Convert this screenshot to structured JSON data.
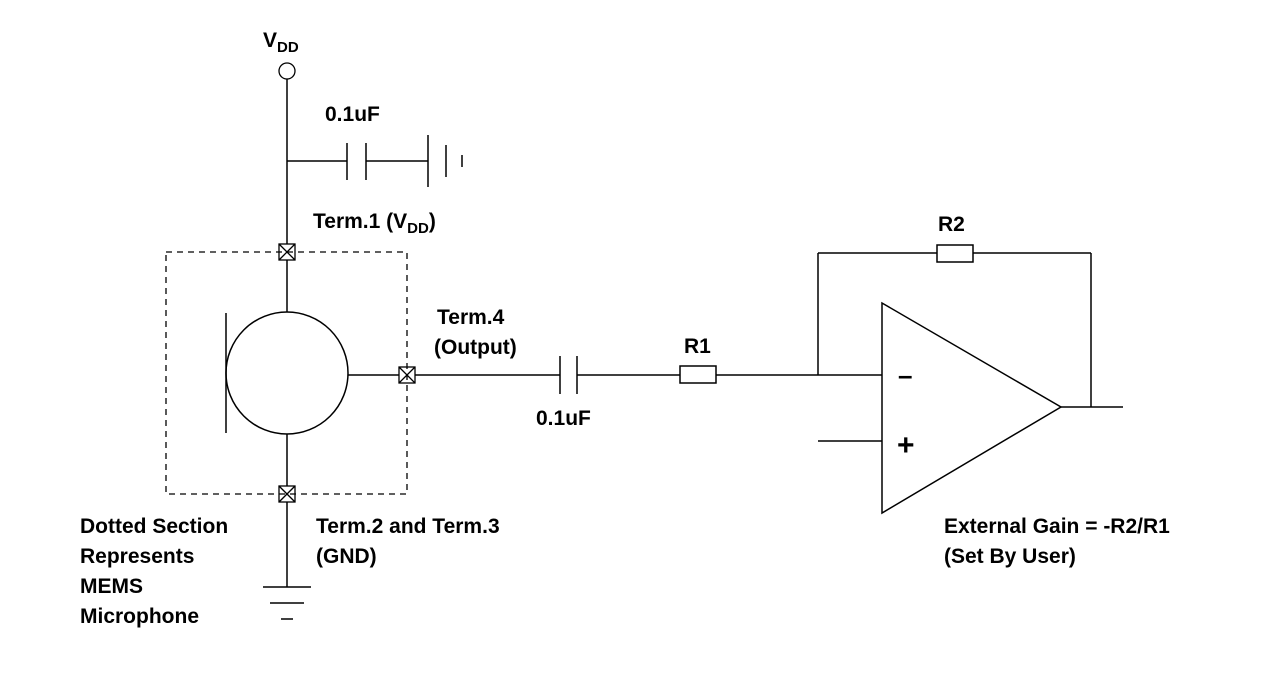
{
  "labels": {
    "vdd_main": "V",
    "vdd_sub": "DD",
    "cap_supply": "0.1uF",
    "term1_prefix": "Term.1 (V",
    "term1_sub": "DD",
    "term1_suffix": ")",
    "term4_line1": "Term.4",
    "term4_line2": "(Output)",
    "cap_coupling": "0.1uF",
    "r1": "R1",
    "r2": "R2",
    "opamp_minus": "–",
    "opamp_plus": "+",
    "term23_line1": "Term.2 and Term.3",
    "term23_line2": "(GND)",
    "note_line1": "Dotted Section",
    "note_line2": "Represents",
    "note_line3": "MEMS",
    "note_line4": "Microphone",
    "gain_line1": "External Gain = -R2/R1",
    "gain_line2": "(Set By User)"
  }
}
